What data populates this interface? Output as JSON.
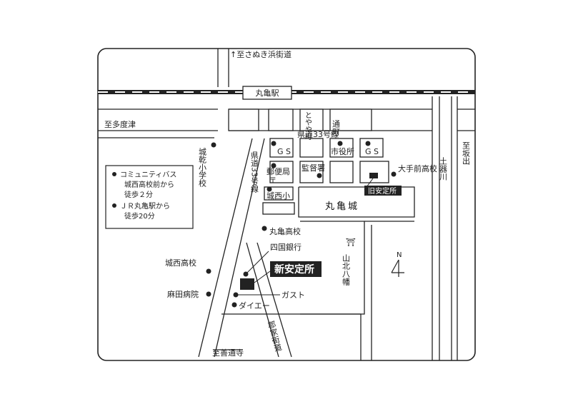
{
  "map": {
    "north_label": "N",
    "stations": {
      "marugame": "丸亀駅"
    },
    "roads": {
      "to_sanuki_hama": "↑至さぬき浜街道",
      "to_tadotsu": "至多度津",
      "to_sakaide": "至坂出",
      "to_zentsuji": "至善通寺",
      "kendo33_h": "県道33号線",
      "kendo33_v": "県道33号線",
      "hoke_kaido": "郡家街道",
      "tomachi": "通町",
      "tonoyamachi": "とやや町",
      "dokigawa": "土器川"
    },
    "landmarks": {
      "gs1": "G S",
      "gs2": "G S",
      "shiyakusho": "市役所",
      "kantokusho": "監督署",
      "yubinkyoku": "郵便局",
      "yubin_mark": "〒",
      "jousei_sho": "城西小",
      "marugame_jo": "丸亀城",
      "otemae_hs": "大手前高校",
      "kyu_anteisho": "旧安定所",
      "shin_anteisho": "新安定所",
      "marugame_hs": "丸亀高校",
      "shikoku_bank": "四国銀行",
      "yamakita_hachiman": "山北八幡",
      "torii_mark": "⛩",
      "jousei_hs": "城西高校",
      "asada_hospital": "麻田病院",
      "gusto": "ガスト",
      "daiei": "ダイエー",
      "joken_elem": "城乾小学校"
    },
    "legend": {
      "line1": "コミュニティバス",
      "line2": "城西高校前から",
      "line3": "徒歩２分",
      "line4": "ＪＲ丸亀駅から",
      "line5": "徒歩20分"
    }
  }
}
